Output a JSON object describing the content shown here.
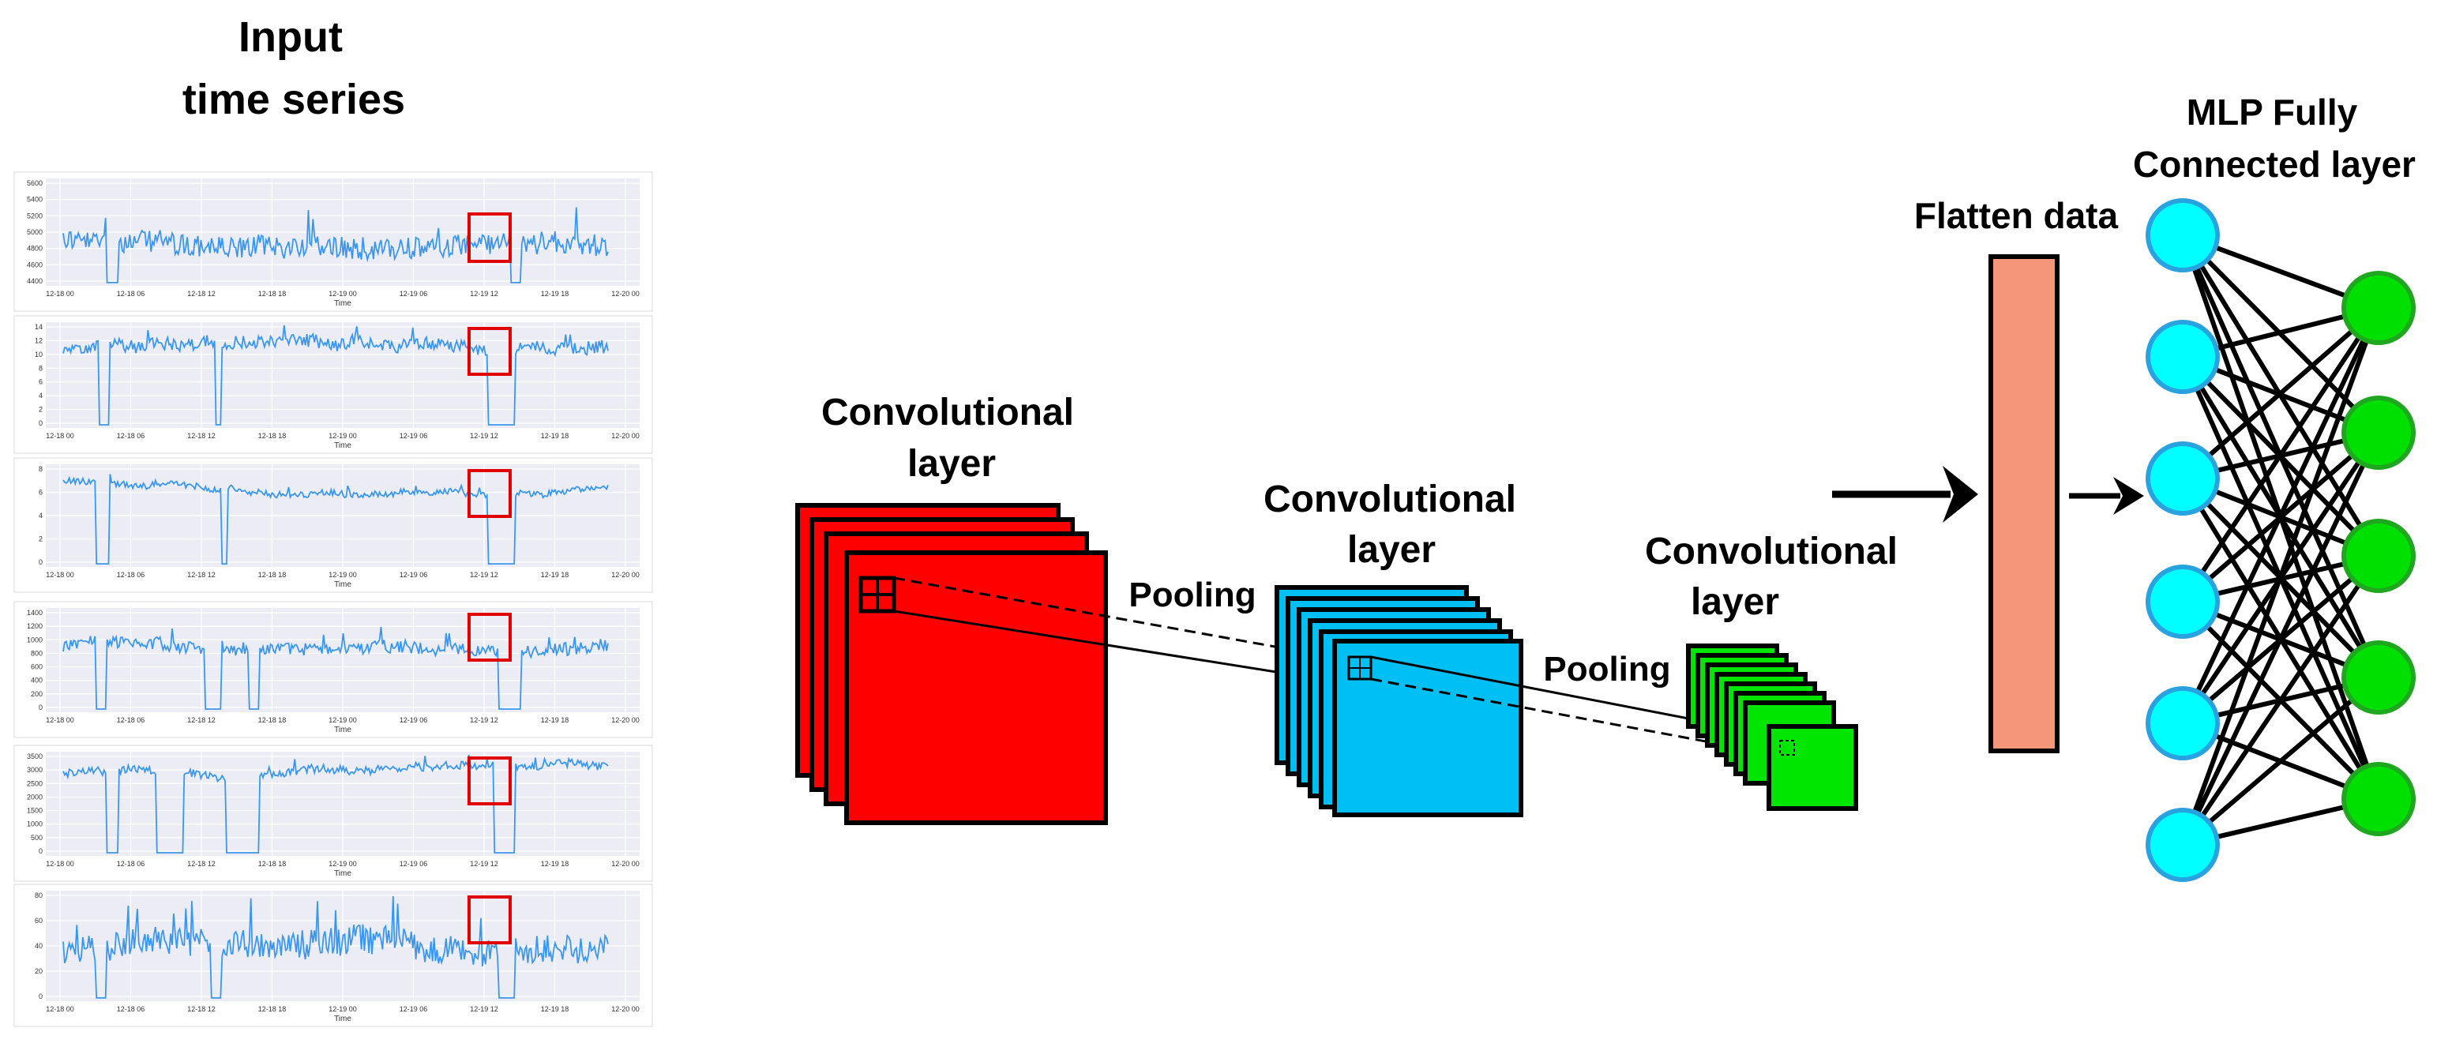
{
  "diagram": {
    "input_title_line1": "Input",
    "input_title_line2": "time series",
    "conv1_label_line1": "Convolutional",
    "conv1_label_line2": "layer",
    "pool1_label": "Pooling",
    "conv2_label_line1": "Convolutional",
    "conv2_label_line2": "layer",
    "pool2_label": "Pooling",
    "conv3_label_line1": "Convolutional",
    "conv3_label_line2": "layer",
    "flatten_label": "Flatten data",
    "mlp_label_line1": "MLP Fully",
    "mlp_label_line2": "Connected layer"
  },
  "colors": {
    "conv1": "#ff0000",
    "conv2": "#00bff3",
    "conv3": "#00e600",
    "flatten": "#f4967a",
    "input_node": "#00ffff",
    "input_node_stroke": "#29a3e0",
    "output_node": "#00e000",
    "output_node_stroke": "#1fa81f",
    "series_line": "#3a97f0",
    "highlight_box": "#e00000",
    "panel_bg": "#ecedf4"
  },
  "panels": [
    {
      "yticks": [
        "5600",
        "5400",
        "5200",
        "5000",
        "4800",
        "4600",
        "4400"
      ],
      "xticks": [
        "12-18 00",
        "12-18 06",
        "12-18 12",
        "12-18 18",
        "12-19 00",
        "12-19 06",
        "12-19 12",
        "12-19 18",
        "12-20 00"
      ],
      "xlabel": "Time"
    },
    {
      "yticks": [
        "14",
        "12",
        "10",
        "8",
        "6",
        "4",
        "2",
        "0"
      ],
      "xticks": [
        "12-18 00",
        "12-18 06",
        "12-18 12",
        "12-18 18",
        "12-19 00",
        "12-19 06",
        "12-19 12",
        "12-19 18",
        "12-20 00"
      ],
      "xlabel": "Time"
    },
    {
      "yticks": [
        "8",
        "6",
        "4",
        "2",
        "0"
      ],
      "xticks": [
        "12-18 00",
        "12-18 06",
        "12-18 12",
        "12-18 18",
        "12-19 00",
        "12-19 06",
        "12-19 12",
        "12-19 18",
        "12-20 00"
      ],
      "xlabel": "Time"
    },
    {
      "yticks": [
        "1400",
        "1200",
        "1000",
        "800",
        "600",
        "400",
        "200",
        "0"
      ],
      "xticks": [
        "12-18 00",
        "12-18 06",
        "12-18 12",
        "12-18 18",
        "12-19 00",
        "12-19 06",
        "12-19 12",
        "12-19 18",
        "12-20 00"
      ],
      "xlabel": "Time"
    },
    {
      "yticks": [
        "3500",
        "3000",
        "2500",
        "2000",
        "1500",
        "1000",
        "500",
        "0"
      ],
      "xticks": [
        "12-18 00",
        "12-18 06",
        "12-18 12",
        "12-18 18",
        "12-19 00",
        "12-19 06",
        "12-19 12",
        "12-19 18",
        "12-20 00"
      ],
      "xlabel": "Time"
    },
    {
      "yticks": [
        "80",
        "60",
        "40",
        "20",
        "0"
      ],
      "xticks": [
        "12-18 00",
        "12-18 06",
        "12-18 12",
        "12-18 18",
        "12-19 00",
        "12-19 06",
        "12-19 12",
        "12-19 18",
        "12-20 00"
      ],
      "xlabel": "Time"
    }
  ]
}
